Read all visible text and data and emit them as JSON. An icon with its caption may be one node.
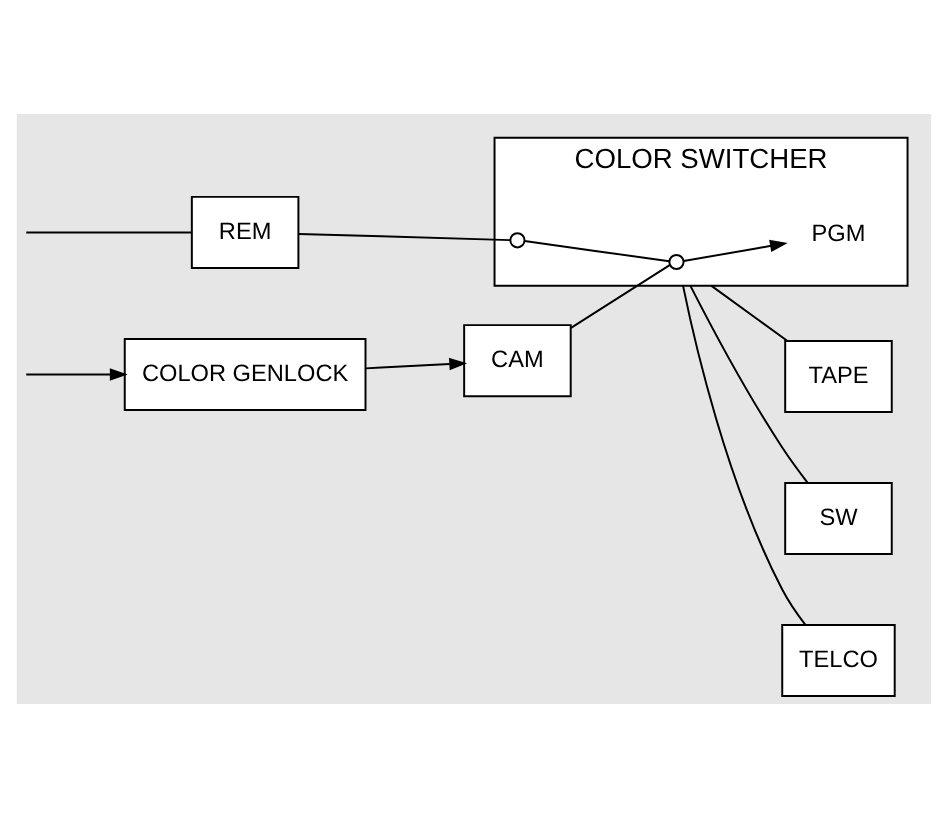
{
  "diagram": {
    "nodes": [
      {
        "text": [
          "COLOR SWITCHER"
        ]
      },
      {
        "text": [
          "CAM"
        ]
      },
      {
        "text": [
          "COLOR GENLOCK"
        ]
      },
      {
        "text": [
          "REM"
        ]
      },
      {
        "text": [],
        "shape": "cross",
        "in": 0
      },
      {
        "text": [],
        "shape": "cross",
        "in": 0
      },
      {
        "text": [
          "PGM"
        ],
        "in": 0
      },
      {
        "text": [
          "TAPE"
        ]
      },
      {
        "text": [
          "SW"
        ]
      },
      {
        "text": [
          "TELCO"
        ]
      }
    ],
    "edges": [
      {
        "from": null,
        "to": 3,
        "arrow": "none"
      },
      {
        "from": null,
        "to": 2,
        "arrow": "to"
      },
      {
        "from": 2,
        "to": 1,
        "arrow": "to"
      },
      {
        "from": 1,
        "to": 4,
        "arrow": "none"
      },
      {
        "from": 3,
        "to": 5,
        "arrow": "none"
      },
      {
        "from": 5,
        "to": 4,
        "arrow": "none"
      },
      {
        "from": 4,
        "to": 6,
        "arrow": "to"
      },
      {
        "from": 0,
        "to": 7,
        "arrow": "none"
      },
      {
        "from": 0,
        "to": 8,
        "arrow": "none"
      },
      {
        "from": 0,
        "to": 9,
        "arrow": "none"
      }
    ]
  }
}
